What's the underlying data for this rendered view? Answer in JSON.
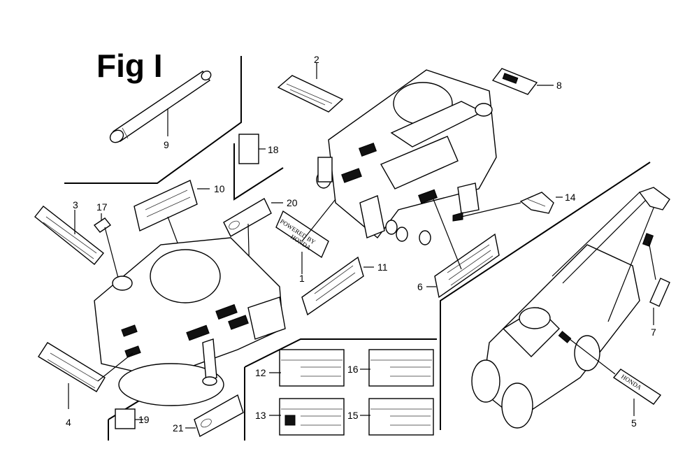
{
  "figure": {
    "title": "Fig I"
  },
  "callouts": [
    {
      "id": "c1",
      "number": "1"
    },
    {
      "id": "c2",
      "number": "2"
    },
    {
      "id": "c3",
      "number": "3"
    },
    {
      "id": "c4",
      "number": "4"
    },
    {
      "id": "c5",
      "number": "5"
    },
    {
      "id": "c6",
      "number": "6"
    },
    {
      "id": "c7",
      "number": "7"
    },
    {
      "id": "c8",
      "number": "8"
    },
    {
      "id": "c9",
      "number": "9"
    },
    {
      "id": "c10",
      "number": "10"
    },
    {
      "id": "c11",
      "number": "11"
    },
    {
      "id": "c12",
      "number": "12"
    },
    {
      "id": "c13",
      "number": "13"
    },
    {
      "id": "c14",
      "number": "14"
    },
    {
      "id": "c15",
      "number": "15"
    },
    {
      "id": "c16",
      "number": "16"
    },
    {
      "id": "c17",
      "number": "17"
    },
    {
      "id": "c18",
      "number": "18"
    },
    {
      "id": "c19",
      "number": "19"
    },
    {
      "id": "c20",
      "number": "20"
    },
    {
      "id": "c21",
      "number": "21"
    }
  ],
  "label_text": {
    "powered_by": "POWERED BY",
    "honda": "HONDA",
    "brand_small": "HONDA"
  }
}
